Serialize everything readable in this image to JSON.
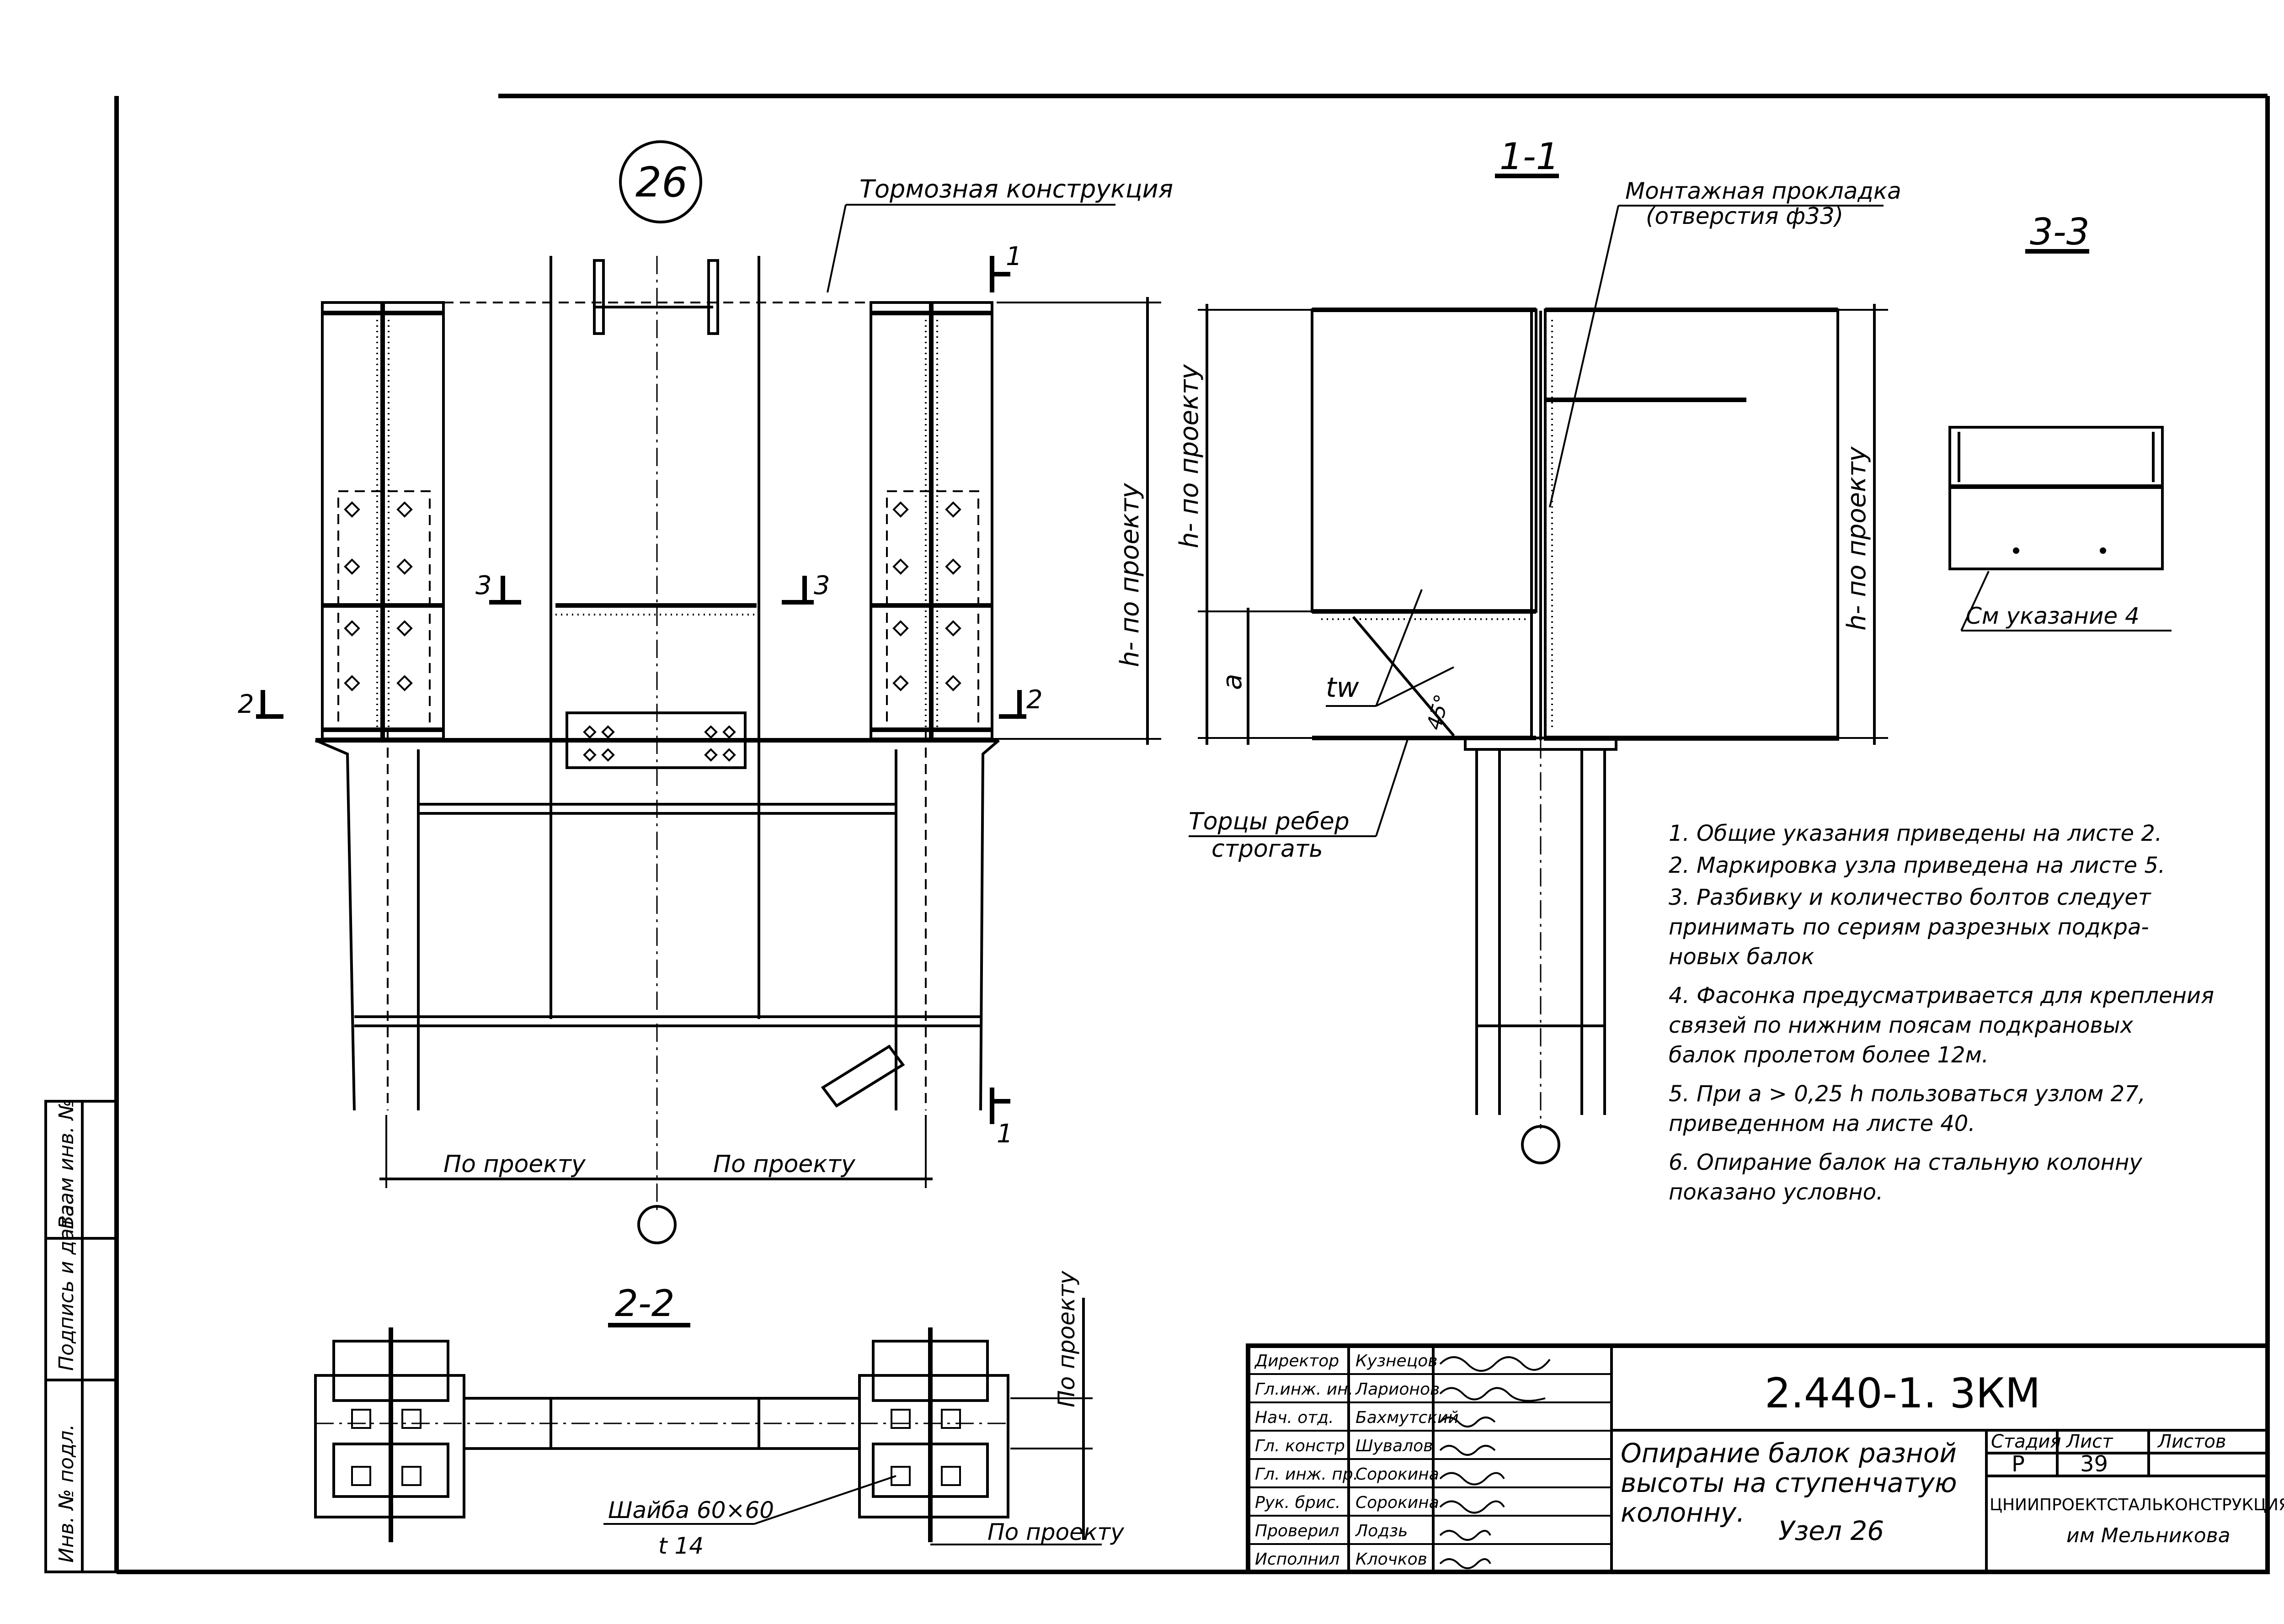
{
  "node_label": "26",
  "labels": {
    "braking_structure": "Тормозная конструкция",
    "section_1_1": "1-1",
    "section_2_2": "2-2",
    "section_3_3": "3-3",
    "mounting_pad": "Монтажная прокладка",
    "mounting_pad_holes": "(отверстия ф33)",
    "h_project": "h- по проекту",
    "a_dim": "a",
    "tw": "tw",
    "angle": "45°",
    "rib_ends_line1": "Торцы ребер",
    "rib_ends_line2": "строгать",
    "see_note_4": "См указание 4",
    "by_project": "По проекту",
    "washer": "Шайба 60×60",
    "t14": "t 14",
    "cut_1": "1",
    "cut_2": "2",
    "cut_3": "3"
  },
  "notes": [
    "1.  Общие указания приведены на листе 2.",
    "2.  Маркировка узла приведена на листе 5.",
    "3.  Разбивку и количество болтов следует",
    "     принимать по сериям разрезных подкра-",
    "     новых балок",
    "4.  Фасонка предусматривается для крепления",
    "     связей по нижним поясам подкрановых",
    "     балок пролетом более 12м.",
    "5.  При  a > 0,25 h  пользоваться узлом 27,",
    "     приведенном   на листе 40.",
    "6.  Опирание балок на стальную колонну",
    "     показано условно."
  ],
  "side_stamp": [
    "Инв. № подл.",
    "Подпись и дата",
    "Взам инв. №"
  ],
  "title_block": {
    "staff": [
      {
        "role": "Директор",
        "name": "Кузнецов"
      },
      {
        "role": "Гл.инж. ин.",
        "name": "Ларионов"
      },
      {
        "role": "Нач. отд.",
        "name": "Бахмутский"
      },
      {
        "role": "Гл. констр",
        "name": "Шувалов"
      },
      {
        "role": "Гл. инж. пр.",
        "name": "Сорокина"
      },
      {
        "role": "Рук. брис.",
        "name": "Сорокина"
      },
      {
        "role": "Проверил",
        "name": "Лодзь"
      },
      {
        "role": "Исполнил",
        "name": "Клочков"
      }
    ],
    "code": "2.440-1. 3КМ",
    "title_lines": [
      "Опирание балок разной",
      "высоты на ступенчатую",
      "колонну."
    ],
    "node": "Узел 26",
    "stage_label": "Стадия",
    "sheet_label": "Лист",
    "sheets_label": "Листов",
    "stage": "Р",
    "sheet": "39",
    "sheets": "",
    "org_line1": "ЦНИИПРОЕКТСТАЛЬКОНСТРУКЦИЯ",
    "org_line2": "им Мельникова"
  }
}
